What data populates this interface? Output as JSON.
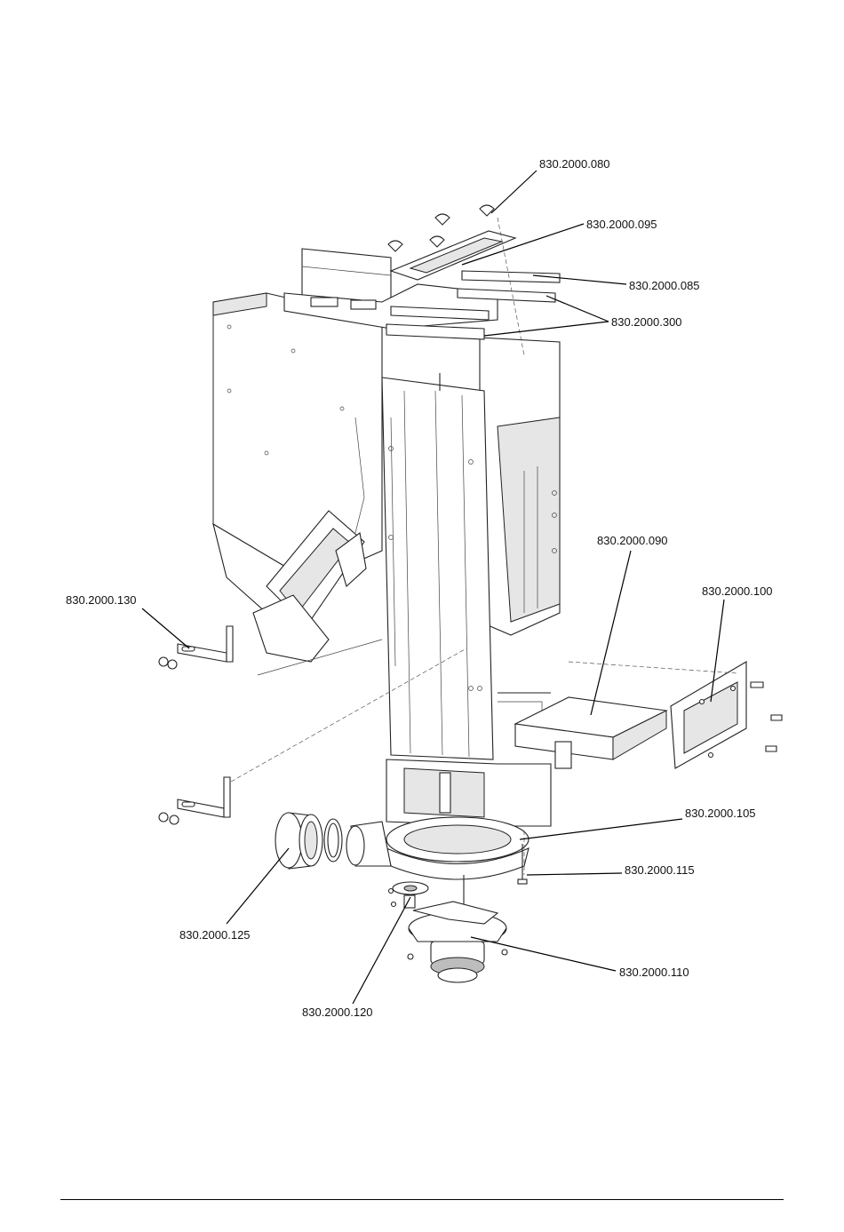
{
  "callouts": [
    {
      "id": "c080",
      "text": "830.2000.080"
    },
    {
      "id": "c095",
      "text": "830.2000.095"
    },
    {
      "id": "c085",
      "text": "830.2000.085"
    },
    {
      "id": "c300",
      "text": "830.2000.300"
    },
    {
      "id": "c090",
      "text": "830.2000.090"
    },
    {
      "id": "c100",
      "text": "830.2000.100"
    },
    {
      "id": "c130",
      "text": "830.2000.130"
    },
    {
      "id": "c105",
      "text": "830.2000.105"
    },
    {
      "id": "c115",
      "text": "830.2000.115"
    },
    {
      "id": "c125",
      "text": "830.2000.125"
    },
    {
      "id": "c110",
      "text": "830.2000.110"
    },
    {
      "id": "c120",
      "text": "830.2000.120"
    }
  ]
}
